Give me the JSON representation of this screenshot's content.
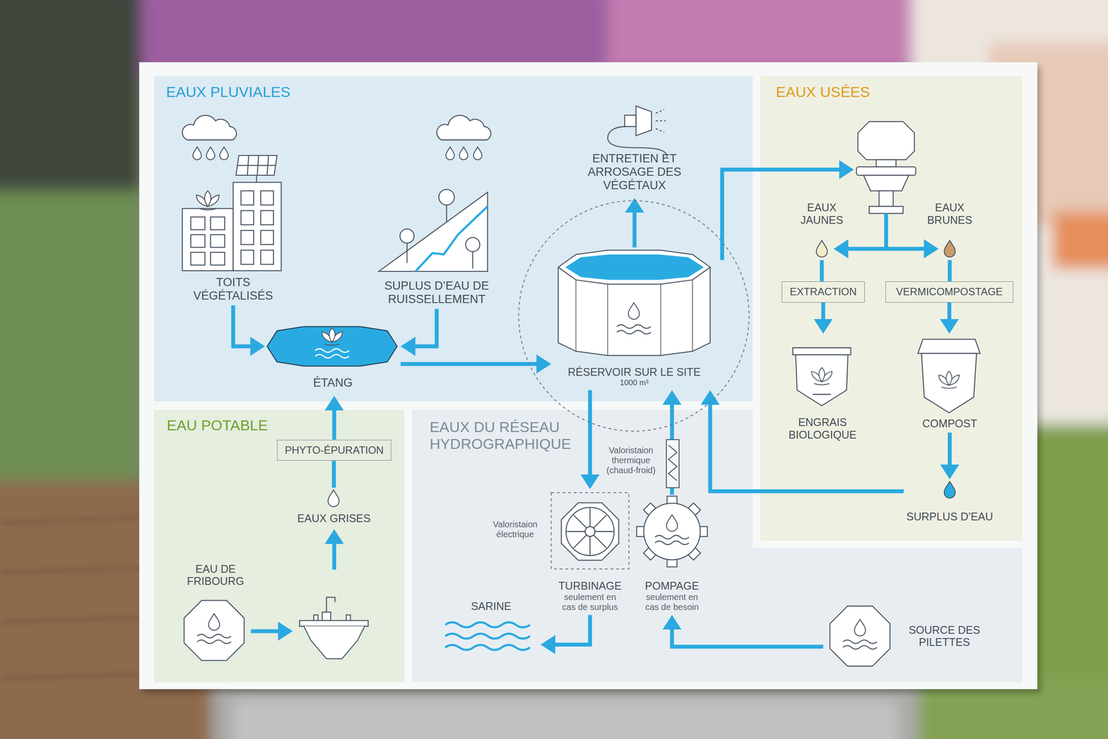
{
  "diagram": {
    "nodes": [
      {
        "text": [
          "EAUX PLUVIALES"
        ]
      },
      {
        "text": [
          "TOITS VÉGÉTALISÉS"
        ],
        "in": 0
      },
      {
        "text": [
          "SUPLUS D’EAU DE RUISSELLEMENT"
        ],
        "in": 0
      },
      {
        "text": [
          "ÉTANG"
        ],
        "in": 0
      },
      {
        "text": [
          "ENTRETIEN ET ARROSAGE DES VÉGÉTAUX"
        ],
        "in": 0
      },
      {
        "text": [
          "RÉSERVOIR SUR LE SITE",
          "1000 m³"
        ],
        "in": 0
      },
      {
        "text": [
          "EAUX USÉES"
        ]
      },
      {
        "text": [
          "EAUX JAUNES"
        ],
        "in": 6
      },
      {
        "text": [
          "EAUX BRUNES"
        ],
        "in": 6
      },
      {
        "text": [
          "EXTRACTION"
        ],
        "in": 6
      },
      {
        "text": [
          "VERMICOMPOSTAGE"
        ],
        "in": 6
      },
      {
        "text": [
          "ENGRAIS BIOLOGIQUE"
        ],
        "in": 6
      },
      {
        "text": [
          "COMPOST"
        ],
        "in": 6
      },
      {
        "text": [
          "SURPLUS D’EAU"
        ],
        "in": 6
      },
      {
        "text": [
          "EAU POTABLE"
        ]
      },
      {
        "text": [
          "PHYTO-ÉPURATION"
        ],
        "in": 14
      },
      {
        "text": [
          "EAUX GRISES"
        ],
        "in": 14
      },
      {
        "text": [
          "EAU DE FRIBOURG"
        ],
        "in": 14
      },
      {
        "text": [
          "EAUX DU RÉSEAU HYDROGRAPHIQUE"
        ]
      },
      {
        "text": [
          "TURBINAGE",
          "seulement en cas de surplus"
        ],
        "in": 18
      },
      {
        "text": [
          "POMPAGE",
          "seulement en cas de besoin"
        ],
        "in": 18
      },
      {
        "text": [
          "SARINE"
        ],
        "in": 18
      },
      {
        "text": [
          "SOURCE DES PILETTES"
        ],
        "in": 18
      }
    ],
    "edges": [
      {
        "from": 1,
        "to": 3,
        "arrow": "to"
      },
      {
        "from": 2,
        "to": 3,
        "arrow": "to"
      },
      {
        "from": 3,
        "to": 5,
        "arrow": "to"
      },
      {
        "from": 5,
        "to": 4,
        "arrow": "to"
      },
      {
        "from": 5,
        "to": 19,
        "arrow": "to"
      },
      {
        "from": 19,
        "to": 21,
        "arrow": "to"
      },
      {
        "from": 22,
        "to": 20,
        "arrow": "to"
      },
      {
        "from": 20,
        "to": 5,
        "arrow": "to"
      },
      {
        "from": 13,
        "to": 5,
        "arrow": "to"
      },
      {
        "from": 16,
        "to": 15,
        "arrow": "none"
      },
      {
        "from": 15,
        "to": 3,
        "arrow": "to"
      },
      {
        "from": 7,
        "to": 9,
        "arrow": "none"
      },
      {
        "from": 9,
        "to": 11,
        "arrow": "to"
      },
      {
        "from": 8,
        "to": 10,
        "arrow": "none"
      },
      {
        "from": 10,
        "to": 12,
        "arrow": "to"
      },
      {
        "from": 12,
        "to": 13,
        "arrow": "to"
      }
    ],
    "labels": [
      "Valoristaion thermique (chaud-froid)",
      "Valoristaion électrique"
    ]
  }
}
